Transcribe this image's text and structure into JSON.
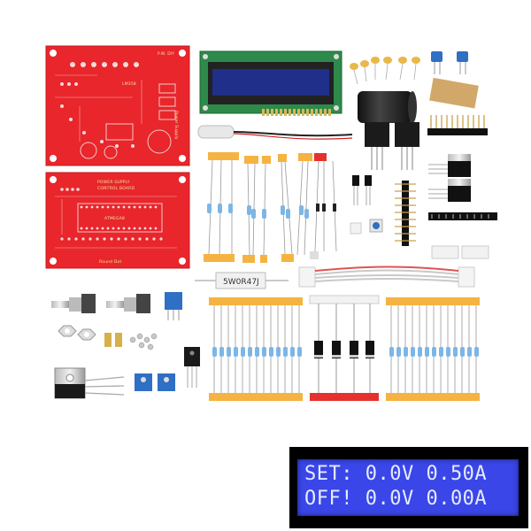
{
  "pcb_top": {
    "label_top": "P.W. DIY",
    "label_chip": "LM358",
    "label_side": "Power Supply"
  },
  "pcb_bottom": {
    "title_line1": "POWER SUPPLY",
    "title_line2": "CONTROL BOARD",
    "chip_label": "ATMEGA8",
    "brand": "Round Dot"
  },
  "resistor_label": "5W0R47J",
  "lcd_display": {
    "line1": "SET: 0.0V 0.50A",
    "line2": "OFF! 0.0V 0.00A"
  },
  "colors": {
    "pcb_red": "#e8262b",
    "lcd_blue": "#3a46e8",
    "tape_orange": "#f5b342"
  }
}
